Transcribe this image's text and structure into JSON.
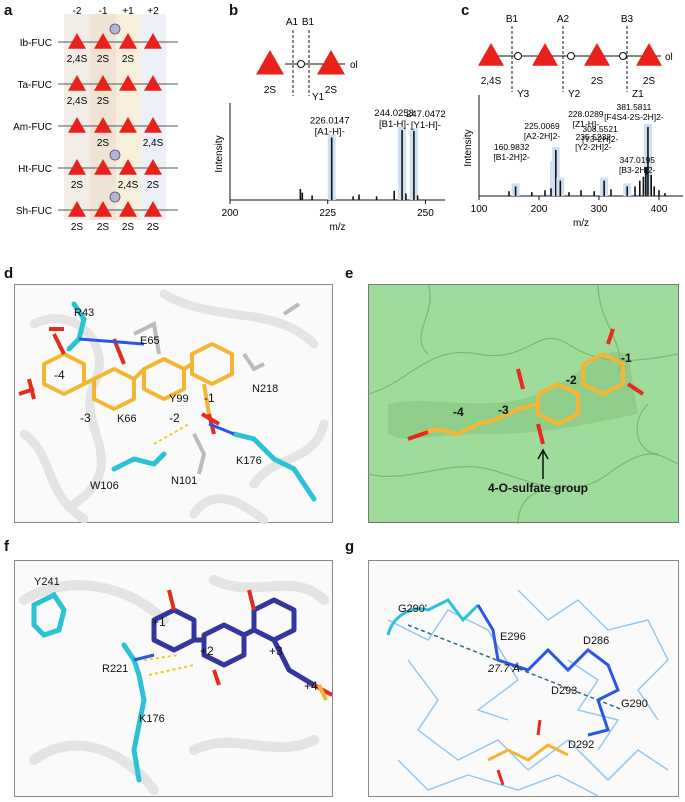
{
  "panel_a": {
    "letter": "a",
    "positions": [
      "-2",
      "-1",
      "+1",
      "+2"
    ],
    "rows": [
      {
        "name": "Ib-FUC",
        "sulf": [
          "2,4S",
          "2S",
          "2S",
          ""
        ],
        "branch": true
      },
      {
        "name": "Ta-FUC",
        "sulf": [
          "2,4S",
          "2S",
          "",
          ""
        ],
        "branch": false
      },
      {
        "name": "Am-FUC",
        "sulf": [
          "",
          "2S",
          "",
          "2,4S"
        ],
        "branch": false
      },
      {
        "name": "Ht-FUC",
        "sulf": [
          "2S",
          "",
          "2,4S",
          "2S"
        ],
        "branch": true
      },
      {
        "name": "Sh-FUC",
        "sulf": [
          "2S",
          "2S",
          "2S",
          "2S"
        ],
        "branch": true
      }
    ],
    "colors": {
      "fucose": "#e8221b",
      "band1": "#efe3d6",
      "band2": "#f6efdc",
      "band3": "#eef0f8"
    }
  },
  "panel_b": {
    "letter": "b",
    "cleavage_top": [
      "A1",
      "B1"
    ],
    "cleavage_bottom": [
      "Y1"
    ],
    "sugar_labels": [
      "2S",
      "2S"
    ],
    "end_label": "ol",
    "chart_data": {
      "type": "bar",
      "xlabel": "m/z",
      "ylabel": "Intensity",
      "xlim": [
        200,
        255
      ],
      "xticks": [
        200,
        225,
        250
      ],
      "peaks": [
        {
          "x": 218.0,
          "y": 0.12
        },
        {
          "x": 218.5,
          "y": 0.08
        },
        {
          "x": 221.0,
          "y": 0.05
        },
        {
          "x": 226.0147,
          "y": 0.68,
          "label": [
            "226.0147",
            "[A1-H]-"
          ]
        },
        {
          "x": 231.5,
          "y": 0.04
        },
        {
          "x": 233.0,
          "y": 0.06
        },
        {
          "x": 237.5,
          "y": 0.04
        },
        {
          "x": 242.0,
          "y": 0.1
        },
        {
          "x": 244.0253,
          "y": 0.76,
          "label": [
            "244.0253",
            "[B1-H]-"
          ]
        },
        {
          "x": 245.0,
          "y": 0.07
        },
        {
          "x": 247.0472,
          "y": 0.75,
          "label": [
            "247.0472",
            "[Y1-H]-"
          ]
        },
        {
          "x": 248.0,
          "y": 0.05
        }
      ]
    }
  },
  "panel_c": {
    "letter": "c",
    "cleavage_top": [
      "B1",
      "A2",
      "B3"
    ],
    "cleavage_bottom": [
      "Y3",
      "Y2",
      "Z1"
    ],
    "sugar_labels": [
      "2,4S",
      "",
      "2S",
      "2S"
    ],
    "end_label": "ol",
    "chart_data": {
      "type": "bar",
      "xlabel": "m/z",
      "ylabel": "Intensity",
      "xlim": [
        100,
        440
      ],
      "xticks": [
        100,
        200,
        300,
        400
      ],
      "peaks": [
        {
          "x": 160.9832,
          "y": 0.1,
          "label": [
            "160.9832",
            "[B1-2H]2-"
          ]
        },
        {
          "x": 225.0069,
          "y": 0.33,
          "label": [
            "225.0069",
            "[A2-2H]2-"
          ]
        },
        {
          "x": 228.0289,
          "y": 0.48,
          "label": [
            "228.0289",
            "[Z1-H]-"
          ]
        },
        {
          "x": 235.5232,
          "y": 0.16,
          "label": [
            "235.5232",
            "[Y2-2H]2-"
          ]
        },
        {
          "x": 308.5521,
          "y": 0.16,
          "label": [
            "308.5521",
            "[Y3-2H]2-"
          ]
        },
        {
          "x": 347.0195,
          "y": 0.1,
          "label": [
            "347.0195",
            "[B3-2H]2-"
          ]
        },
        {
          "x": 381.5811,
          "y": 0.72,
          "label": [
            "381.5811",
            "[F4S4-2S-2H]2-"
          ]
        },
        {
          "x": 150,
          "y": 0.05
        },
        {
          "x": 188,
          "y": 0.04
        },
        {
          "x": 210,
          "y": 0.06
        },
        {
          "x": 220,
          "y": 0.08
        },
        {
          "x": 250,
          "y": 0.04
        },
        {
          "x": 270,
          "y": 0.06
        },
        {
          "x": 292,
          "y": 0.05
        },
        {
          "x": 320,
          "y": 0.07
        },
        {
          "x": 360,
          "y": 0.1
        },
        {
          "x": 368,
          "y": 0.16
        },
        {
          "x": 374,
          "y": 0.2
        },
        {
          "x": 378,
          "y": 0.3
        },
        {
          "x": 387,
          "y": 0.22
        },
        {
          "x": 392,
          "y": 0.1
        },
        {
          "x": 400,
          "y": 0.06
        },
        {
          "x": 410,
          "y": 0.03
        }
      ]
    }
  },
  "panel_d": {
    "letter": "d",
    "residues": [
      "R43",
      "E65",
      "-4",
      "Y99",
      "-1",
      "N218",
      "-3",
      "K66",
      "-2",
      "W106",
      "N101",
      "K176"
    ]
  },
  "panel_e": {
    "letter": "e",
    "sites": [
      "-4",
      "-3",
      "-2",
      "-1"
    ],
    "annotation": "4-O-sulfate group",
    "surface_color": "#9fdc9b"
  },
  "panel_f": {
    "letter": "f",
    "residues": [
      "Y241",
      "+1",
      "+2",
      "+3",
      "R221",
      "K176",
      "+4"
    ]
  },
  "panel_g": {
    "letter": "g",
    "residues": [
      "G290'",
      "E296",
      "D286",
      "27.7 Å",
      "D293",
      "G290",
      "D292"
    ]
  }
}
